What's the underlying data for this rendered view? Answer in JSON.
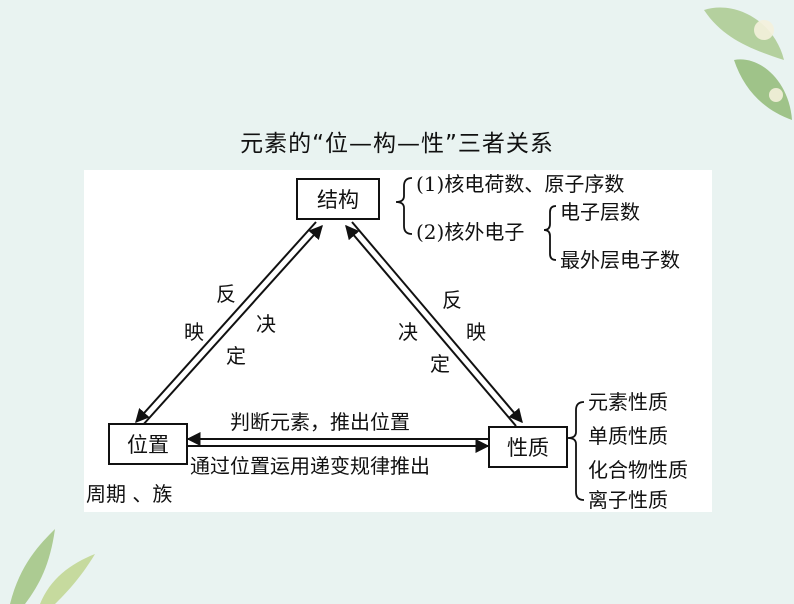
{
  "title": "元素的“位—构—性”三者关系",
  "nodes": {
    "structure": "结构",
    "position": "位置",
    "property": "性质"
  },
  "edges": {
    "left_reflect": [
      "反",
      "映"
    ],
    "left_decide": [
      "决",
      "定"
    ],
    "right_reflect": [
      "反",
      "映"
    ],
    "right_decide": [
      "决",
      "定"
    ],
    "bottom_top": "判断元素，推出位置",
    "bottom_under": "通过位置运用递变规律推出"
  },
  "structure_details": {
    "item1": "(1)核电荷数、原子序数",
    "item2": "(2)核外电子",
    "item2_sub": [
      "电子层数",
      "最外层电子数"
    ]
  },
  "position_details": "周期 、族",
  "property_details": [
    "元素性质",
    "单质性质",
    "化合物性质",
    "离子性质"
  ],
  "colors": {
    "background": "#e9f3f1",
    "panel": "#ffffff",
    "ink": "#111111",
    "leaf": "#8fb04a"
  }
}
